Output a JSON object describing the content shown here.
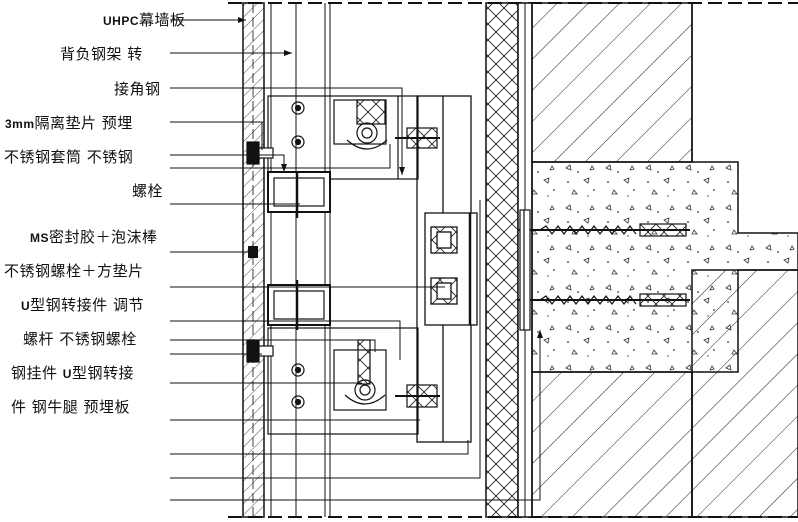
{
  "labels": [
    {
      "id": "l1",
      "prefix": "UHPC",
      "text": "幕墙板"
    },
    {
      "id": "l2",
      "prefix": "",
      "text": "背负钢架  转"
    },
    {
      "id": "l3",
      "prefix": "",
      "text": "接角钢"
    },
    {
      "id": "l4",
      "prefix": "3mm",
      "text": "隔离垫片  预埋"
    },
    {
      "id": "l5",
      "prefix": "",
      "text": "不锈钢套筒  不锈钢"
    },
    {
      "id": "l6",
      "prefix": "",
      "text": "螺栓"
    },
    {
      "id": "l7",
      "prefix": "MS",
      "text": "密封胶＋泡沫棒"
    },
    {
      "id": "l8",
      "prefix": "",
      "text": "不锈钢螺栓＋方垫片"
    },
    {
      "id": "l9",
      "prefix": "U",
      "text": "型钢转接件  调节"
    },
    {
      "id": "l10",
      "prefix": "",
      "text": "螺杆  不锈钢螺栓"
    },
    {
      "id": "l11",
      "prefix": "",
      "text": "钢挂件  ",
      "prefix2": "U",
      "text2": "型钢转接"
    },
    {
      "id": "l12",
      "prefix": "",
      "text": "件  钢牛腿  预埋板"
    }
  ]
}
